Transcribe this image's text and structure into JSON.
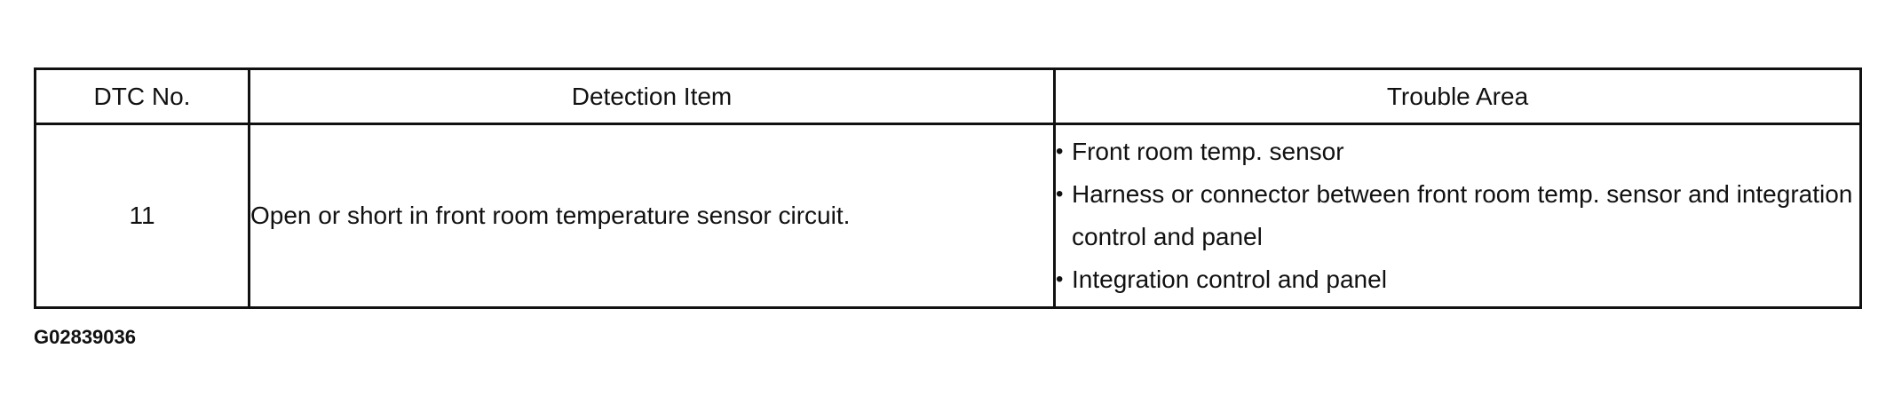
{
  "table": {
    "headers": {
      "dtc_no": "DTC No.",
      "detection_item": "Detection Item",
      "trouble_area": "Trouble Area"
    },
    "rows": [
      {
        "dtc_no": "11",
        "detection_item": "Open or short in front room temperature sensor circuit.",
        "trouble_area": [
          "Front room temp. sensor",
          "Harness or connector between front room temp. sensor and integration control and panel",
          "Integration control and panel"
        ]
      }
    ]
  },
  "bullet_char": "•",
  "figure_id": "G02839036"
}
